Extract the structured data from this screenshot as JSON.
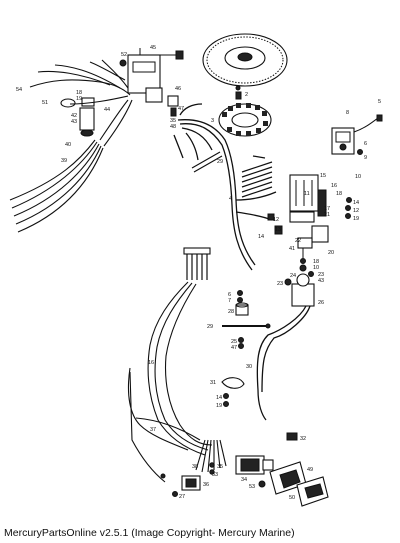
{
  "caption": "MercuryPartsOnline v2.5.1 (Image Copyright- Mercury Marine)",
  "callouts": {
    "c1": "1",
    "c2": "2",
    "c3": "3",
    "c4": "4",
    "c5": "5",
    "c6": "6",
    "c7": "7",
    "c8": "8",
    "c9": "9",
    "c10": "10",
    "c11": "11",
    "c12": "12",
    "c13": "13",
    "c14": "14",
    "c15": "15",
    "c16": "16",
    "c17": "17",
    "c18": "18",
    "c19": "19",
    "c20": "20",
    "c21": "21",
    "c22": "22",
    "c23": "23",
    "c24": "24",
    "c25": "25",
    "c26": "26",
    "c27": "27",
    "c28": "28",
    "c29": "29",
    "c30": "30",
    "c31": "31",
    "c32": "32",
    "c33": "33",
    "c34": "34",
    "c35": "35",
    "c36": "36",
    "c37": "37",
    "c38": "38",
    "c39": "39",
    "c40": "40",
    "c41": "41",
    "c42": "42",
    "c43": "43",
    "c44": "44",
    "c45": "45",
    "c46": "46",
    "c47": "47",
    "c48": "48",
    "c49": "49",
    "c50": "50",
    "c51": "51",
    "c52": "52",
    "c53": "53",
    "c54": "54"
  }
}
